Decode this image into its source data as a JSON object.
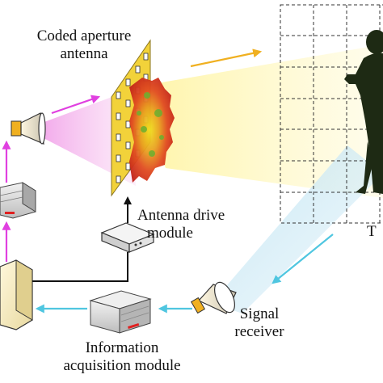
{
  "labels": {
    "coded_aperture_line1": "Coded aperture",
    "coded_aperture_line2": "antenna",
    "antenna_drive_line1": "Antenna drive",
    "antenna_drive_line2": "module",
    "signal_receiver_line1": "Signal",
    "signal_receiver_line2": "receiver",
    "info_acq_line1": "Information",
    "info_acq_line2": "acquisition module",
    "target_partial": "T"
  },
  "colors": {
    "transmit_arrow": "#e040e0",
    "receive_arrow": "#4fc6e0",
    "incident_arrow": "#f0b020",
    "panel": "#f2d23a",
    "beam_yellow": "#fff6b0",
    "beam_pink": "#f6c8ee",
    "beam_blue": "#cde9f4",
    "cable": "#111111"
  },
  "icons": [
    "horn-antenna-icon",
    "server-icon",
    "router-icon",
    "human-silhouette-icon"
  ]
}
